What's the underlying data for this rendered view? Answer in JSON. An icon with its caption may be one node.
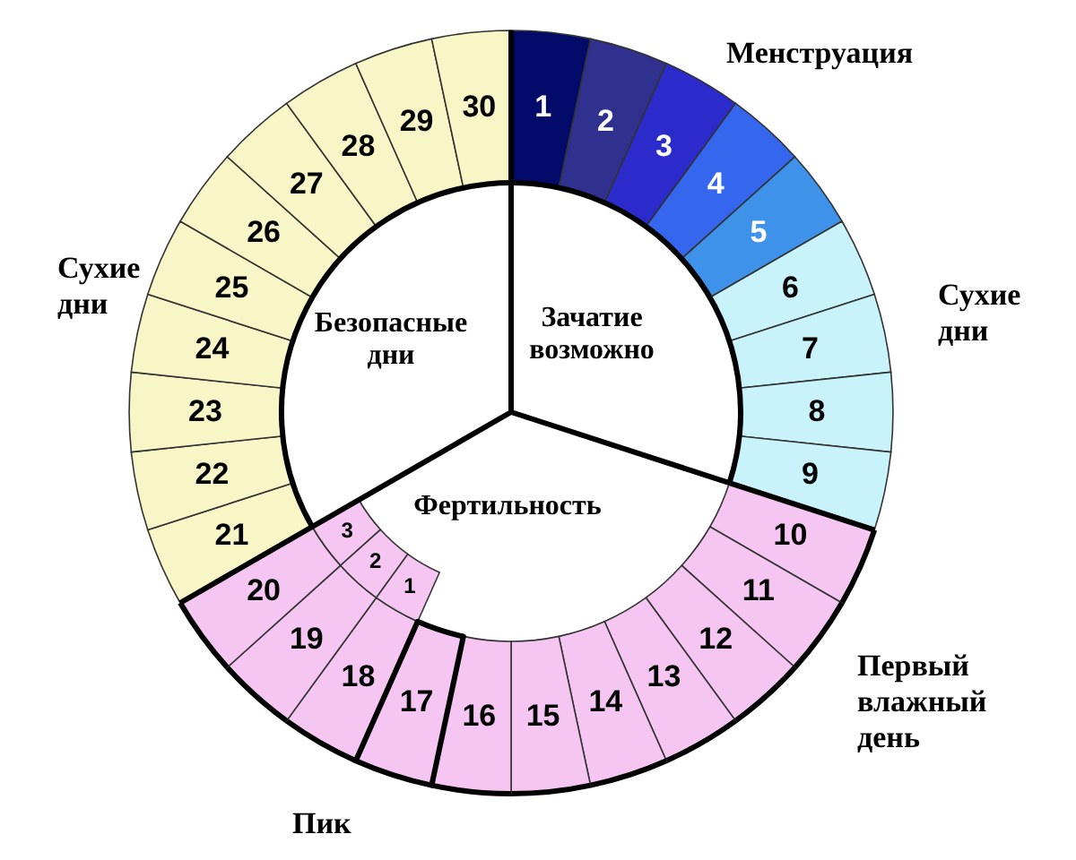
{
  "diagram": {
    "nodes": [
      {
        "text": [
          "1"
        ]
      },
      {
        "text": [
          "2"
        ]
      },
      {
        "text": [
          "3"
        ]
      },
      {
        "text": [
          "4"
        ]
      },
      {
        "text": [
          "5"
        ]
      },
      {
        "text": [
          "6"
        ]
      },
      {
        "text": [
          "7"
        ]
      },
      {
        "text": [
          "8"
        ]
      },
      {
        "text": [
          "9"
        ]
      },
      {
        "text": [
          "10"
        ]
      },
      {
        "text": [
          "11"
        ]
      },
      {
        "text": [
          "12"
        ]
      },
      {
        "text": [
          "13"
        ]
      },
      {
        "text": [
          "14"
        ]
      },
      {
        "text": [
          "15"
        ]
      },
      {
        "text": [
          "16"
        ]
      },
      {
        "text": [
          "17"
        ]
      },
      {
        "text": [
          "18"
        ]
      },
      {
        "text": [
          "19"
        ]
      },
      {
        "text": [
          "20"
        ]
      },
      {
        "text": [
          "21"
        ]
      },
      {
        "text": [
          "22"
        ]
      },
      {
        "text": [
          "23"
        ]
      },
      {
        "text": [
          "24"
        ]
      },
      {
        "text": [
          "25"
        ]
      },
      {
        "text": [
          "26"
        ]
      },
      {
        "text": [
          "27"
        ]
      },
      {
        "text": [
          "28"
        ]
      },
      {
        "text": [
          "29"
        ]
      },
      {
        "text": [
          "30"
        ]
      },
      {
        "text": [
          "Безопасные дни"
        ]
      },
      {
        "text": [
          "Зачатие возможно"
        ]
      },
      {
        "text": [
          "Фертильность"
        ]
      },
      {
        "text": [
          "3"
        ]
      },
      {
        "text": [
          "2"
        ]
      },
      {
        "text": [
          "1"
        ]
      }
    ],
    "labels": [
      "Менструация",
      "Сухие дни",
      "Сухие дни",
      "Первый влажный день",
      "Пик"
    ]
  }
}
